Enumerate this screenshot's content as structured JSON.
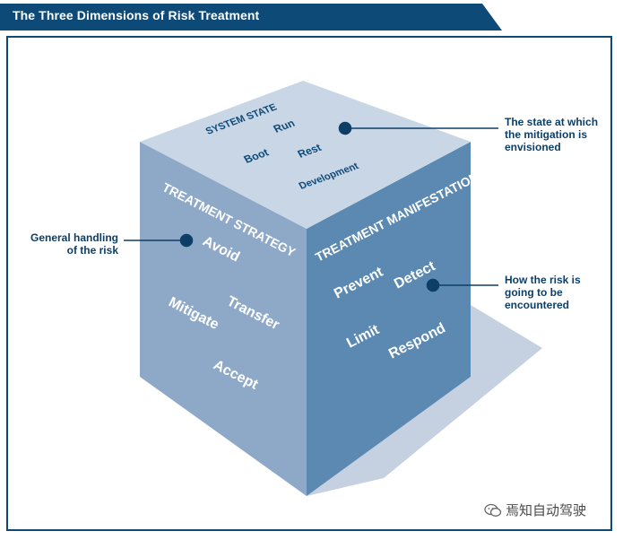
{
  "header": {
    "title": "The Three Dimensions of Risk Treatment"
  },
  "cube": {
    "top": {
      "title": "SYSTEM STATE",
      "items": [
        "Run",
        "Boot",
        "Rest",
        "Development"
      ]
    },
    "left": {
      "title": "TREATMENT STRATEGY",
      "items": [
        "Avoid",
        "Transfer",
        "Mitigate",
        "Accept"
      ]
    },
    "right": {
      "title": "TREATMENT MANIFESTATION",
      "items": [
        "Prevent",
        "Detect",
        "Limit",
        "Respond"
      ]
    }
  },
  "callouts": {
    "system_state": [
      "The state at which",
      "the mitigation is",
      "envisioned"
    ],
    "strategy": [
      "General handling",
      "of the risk"
    ],
    "manifestation": [
      "How the risk is",
      "going to be",
      "encountered"
    ]
  },
  "watermark": {
    "text": "焉知自动驾驶"
  },
  "colors": {
    "banner": "#0e4a78",
    "top_face": "#c9d6e6",
    "left_face": "#8ea9c8",
    "right_face": "#5b89b2",
    "shadow": "#c5d1e0",
    "callout_text": "#0d3f66"
  }
}
